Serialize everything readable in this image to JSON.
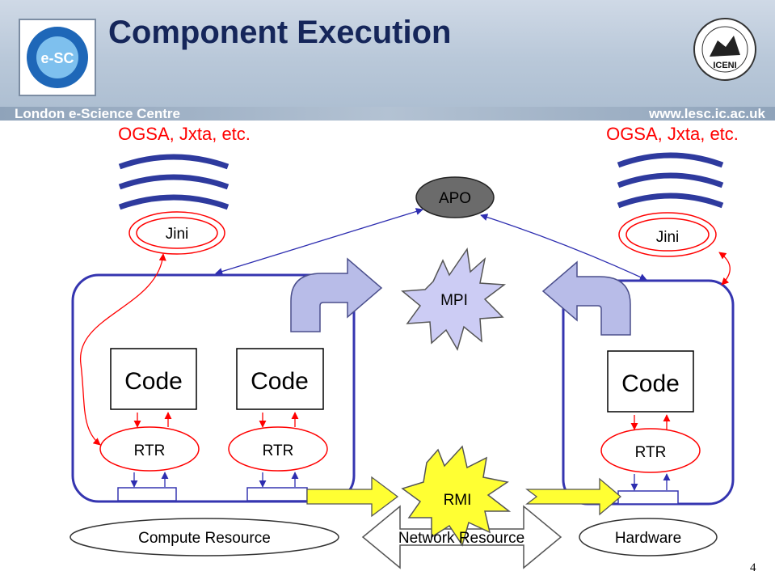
{
  "header": {
    "title": "Component Execution",
    "left_caption": "London e-Science Centre",
    "right_caption": "www.lesc.ic.ac.uk",
    "logo_left_text": "e-SC",
    "logo_right_text": "ICENI"
  },
  "protocols": {
    "left": "OGSA, Jxta, etc.",
    "right": "OGSA, Jxta, etc."
  },
  "nodes": {
    "apo": "APO",
    "mpi": "MPI",
    "rmi": "RMI",
    "jini_left": "Jini",
    "jini_right": "Jini",
    "code_1": "Code",
    "code_2": "Code",
    "code_3": "Code",
    "rtr_1": "RTR",
    "rtr_2": "RTR",
    "rtr_3": "RTR"
  },
  "resources": {
    "compute": "Compute Resource",
    "network": "Network Resource",
    "hardware": "Hardware"
  },
  "slide": {
    "page_number": "4"
  },
  "colors": {
    "title": "#15265a",
    "accent_red": "#ff0000",
    "container_blue": "#3535b0",
    "arrow_fill": "#b8bce8",
    "rmi_yellow": "#ffff33",
    "apo_grey": "#6b6b6b"
  }
}
